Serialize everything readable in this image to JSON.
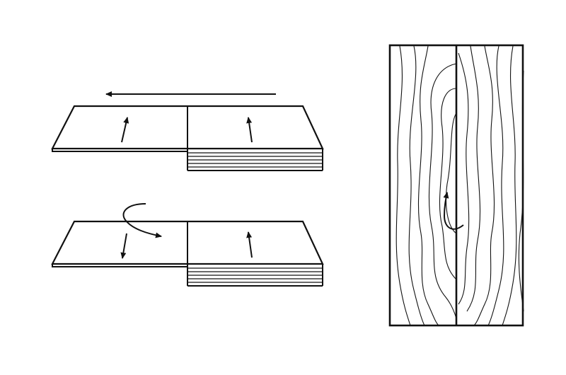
{
  "diagram": {
    "description_type": "veneer-matching-illustration",
    "colors": {
      "stroke": "#111111",
      "background": "#ffffff"
    },
    "panels": [
      {
        "name": "slip-match-stack",
        "leaves_in_stack": 6
      },
      {
        "name": "book-match-stack",
        "leaves_in_stack": 6
      },
      {
        "name": "book-matched-grain-panel",
        "leaves": 2
      }
    ]
  }
}
